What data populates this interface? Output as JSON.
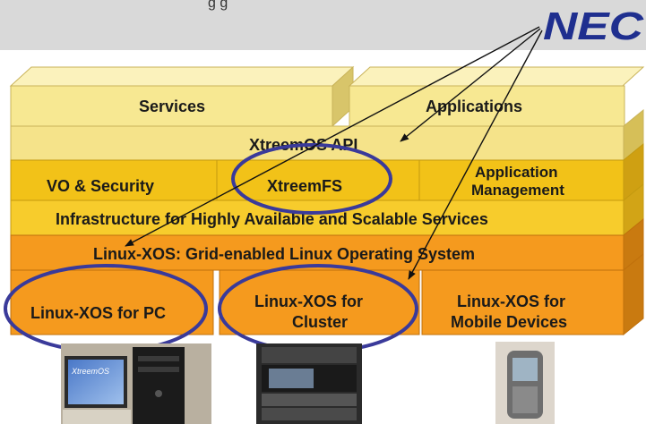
{
  "caption": "g  g",
  "logo": {
    "text": "NEC",
    "color": "#1f2f8f"
  },
  "colors": {
    "header_band": "#d9d9d9",
    "light_yellow": "#f7e892",
    "gold": "#f2c218",
    "orange": "#f59a1e",
    "deep_orange": "#e98a10",
    "highlight_ellipse": "#3a3a9a",
    "arrow": "#111111"
  },
  "layers": {
    "services": "Services",
    "applications": "Applications",
    "api": "XtreemOS API",
    "vo_security": "VO & Security",
    "xtreemfs": "XtreemFS",
    "app_management_1": "Application",
    "app_management_2": "Management",
    "infrastructure": "Infrastructure for Highly Available and Scalable Services",
    "linux_xos": "Linux-XOS: Grid-enabled Linux Operating System",
    "pc": "Linux-XOS for PC",
    "cluster_1": "Linux-XOS for",
    "cluster_2": "Cluster",
    "mobile_1": "Linux-XOS for",
    "mobile_2": "Mobile Devices"
  },
  "photos": {
    "pc": "XtreemOS"
  }
}
